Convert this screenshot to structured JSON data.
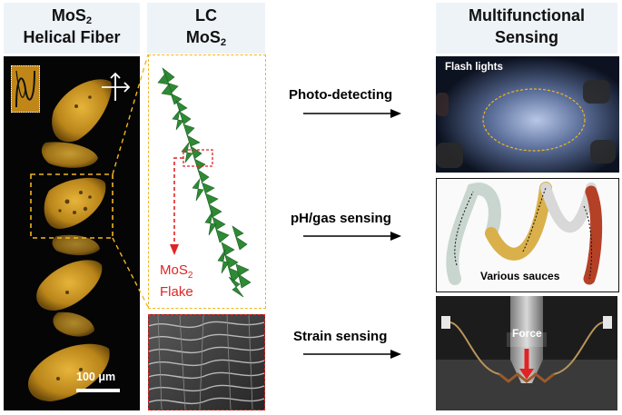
{
  "headers": {
    "fiber": {
      "line1_main": "MoS",
      "line1_sub": "2",
      "line2": "Helical Fiber"
    },
    "lc": {
      "line1": "LC",
      "line2_main": "MoS",
      "line2_sub": "2"
    },
    "multi": {
      "line1": "Multifunctional",
      "line2": "Sensing"
    }
  },
  "fiber_panel": {
    "scale_bar": "100 μm"
  },
  "lc_panel": {
    "flake_main": "MoS",
    "flake_sub": "2",
    "flake_line2": "Flake"
  },
  "sensing": [
    {
      "label": "Photo-detecting",
      "caption": "Flash lights"
    },
    {
      "label": "pH/gas sensing",
      "caption": "Various sauces"
    },
    {
      "label": "Strain sensing",
      "caption": "Force"
    }
  ],
  "colors": {
    "accent_gold": "#f2b51f",
    "fiber_gold": "#d9a21a",
    "lc_green": "#2e8a34",
    "flake_red": "#e02424",
    "header_bg": "#eef3f8"
  }
}
